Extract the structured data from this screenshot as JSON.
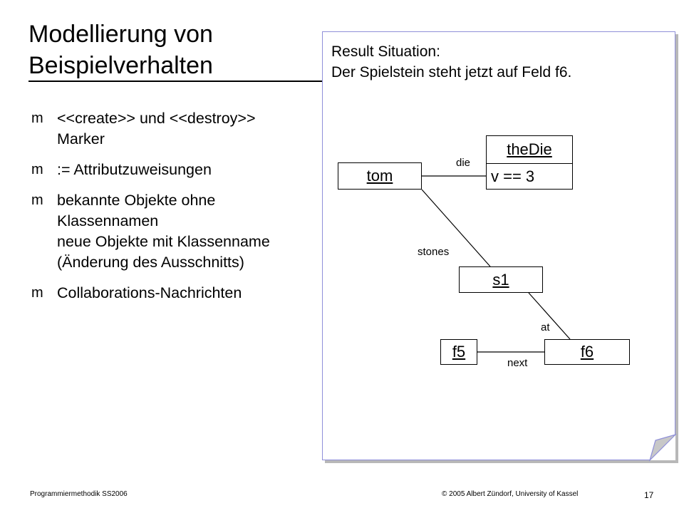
{
  "title": {
    "line1": "Modellierung  von",
    "line2": "Beispielverhalten"
  },
  "bullets": [
    {
      "marker": "m",
      "lines": [
        "<<create>> und <<destroy>>",
        "Marker"
      ]
    },
    {
      "marker": "m",
      "lines": [
        ":= Attributzuweisungen"
      ]
    },
    {
      "marker": "m",
      "lines": [
        "bekannte Objekte ohne",
        "Klassennamen",
        "neue Objekte mit Klassenname",
        "(Änderung des Ausschnitts)"
      ]
    },
    {
      "marker": "m",
      "lines": [
        "Collaborations-Nachrichten"
      ]
    }
  ],
  "note": {
    "line1": "Result Situation:",
    "line2": "Der Spielstein steht jetzt auf Feld f6."
  },
  "diagram": {
    "objects": {
      "tom": "tom",
      "theDie": "theDie",
      "theDie_attr": "v == 3",
      "s1": "s1",
      "f5": "f5",
      "f6": "f6"
    },
    "links": {
      "die": "die",
      "stones": "stones",
      "at": "at",
      "next": "next"
    }
  },
  "footer": {
    "left": "Programmiermethodik SS2006",
    "center": "© 2005 Albert Zündorf, University of Kassel",
    "page": "17"
  },
  "colors": {
    "note_border": "#8f8fd9",
    "note_shadow": "#b8b8b8"
  }
}
